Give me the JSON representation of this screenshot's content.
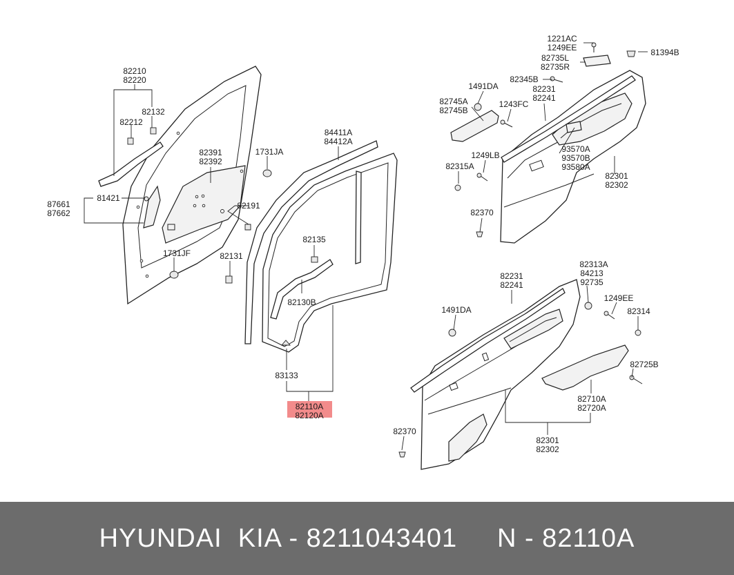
{
  "highlight_color": "#f28b8b",
  "footer_bg": "#6c6c6c",
  "labels": {
    "l82210": "82210",
    "l82220": "82220",
    "l82132": "82132",
    "l82212": "82212",
    "l82391": "82391",
    "l82392": "82392",
    "l1731JA": "1731JA",
    "l81421": "81421",
    "l87661": "87661",
    "l87662": "87662",
    "l82191": "82191",
    "l1731JF": "1731JF",
    "l82131": "82131",
    "l84411A": "84411A",
    "l84412A": "84412A",
    "l82135": "82135",
    "l82130B": "82130B",
    "l83133": "83133",
    "l82110A": "82110A",
    "l82120A": "82120A",
    "l1221AC": "1221AC",
    "l1249EE_top": "1249EE",
    "l82735L": "82735L",
    "l82735R": "82735R",
    "l81394B": "81394B",
    "l82345B": "82345B",
    "l1491DA_top": "1491DA",
    "l82231_top": "82231",
    "l82241_top": "82241",
    "l82745A": "82745A",
    "l82745B": "82745B",
    "l1243FC": "1243FC",
    "l1249LB": "1249LB",
    "l93570A": "93570A",
    "l93570B": "93570B",
    "l93580A": "93580A",
    "l82315A": "82315A",
    "l82301_top": "82301",
    "l82302_top": "82302",
    "l82370_top": "82370",
    "l82231_bot": "82231",
    "l82241_bot": "82241",
    "l82313A": "82313A",
    "l84213": "84213",
    "l92735": "92735",
    "l1491DA_bot": "1491DA",
    "l1249EE_bot": "1249EE",
    "l82314": "82314",
    "l82725B": "82725B",
    "l82710A": "82710A",
    "l82720A": "82720A",
    "l82301_bot": "82301",
    "l82302_bot": "82302",
    "l82370_bot": "82370"
  },
  "footer": {
    "text": "HYUNDAI  KIA - 8211043401     N - 82110A"
  }
}
